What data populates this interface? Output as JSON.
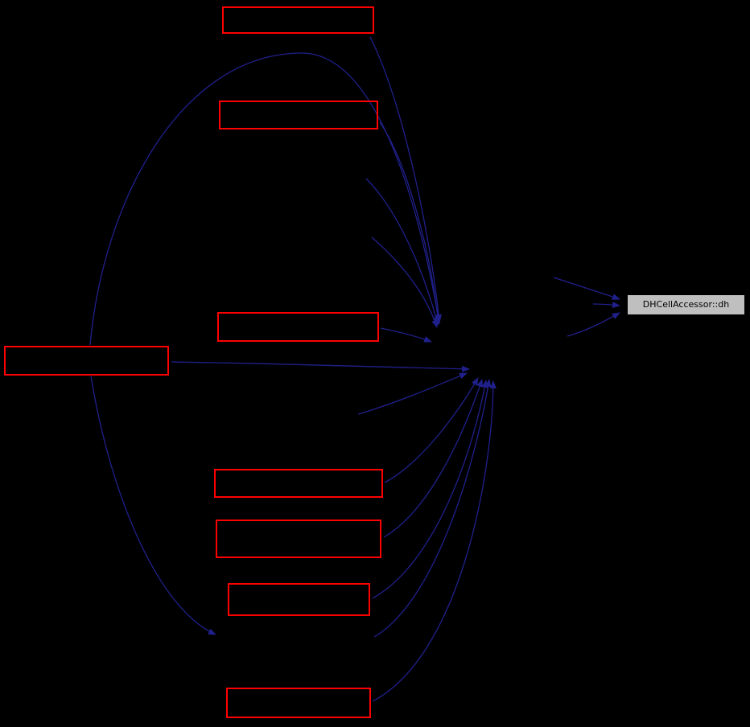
{
  "diagram": {
    "type": "call-graph",
    "background": "#000000",
    "colors": {
      "node_border": "#ff0000",
      "edge": "#20208c",
      "highlight_fill": "#bfbfbf",
      "highlight_text": "#000000"
    },
    "nodes": {
      "highlight": {
        "label": "DHCellAccessor::dh"
      },
      "red_nodes": [
        {
          "id": "caller-1",
          "label": ""
        },
        {
          "id": "caller-2",
          "label": ""
        },
        {
          "id": "caller-3",
          "label": ""
        },
        {
          "id": "caller-4",
          "label": ""
        },
        {
          "id": "caller-5",
          "label": ""
        },
        {
          "id": "caller-6",
          "label": ""
        },
        {
          "id": "caller-7",
          "label": ""
        },
        {
          "id": "caller-8",
          "label": ""
        }
      ]
    }
  }
}
